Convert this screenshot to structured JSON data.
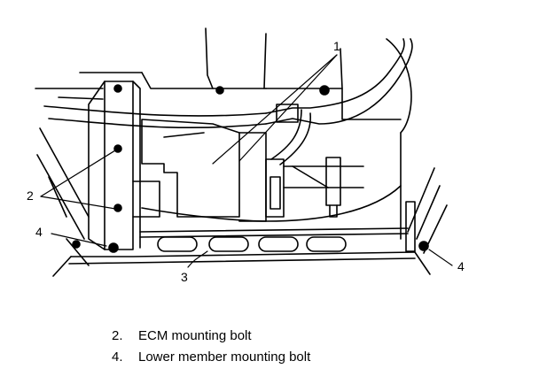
{
  "callouts": {
    "ecm": "1",
    "ecm_bolt": "2",
    "bracket": "3",
    "lower_left": "4",
    "lower_right": "4"
  },
  "legend": [
    {
      "number": "2.",
      "text": "ECM mounting bolt"
    },
    {
      "number": "4.",
      "text": "Lower member mounting bolt"
    }
  ]
}
